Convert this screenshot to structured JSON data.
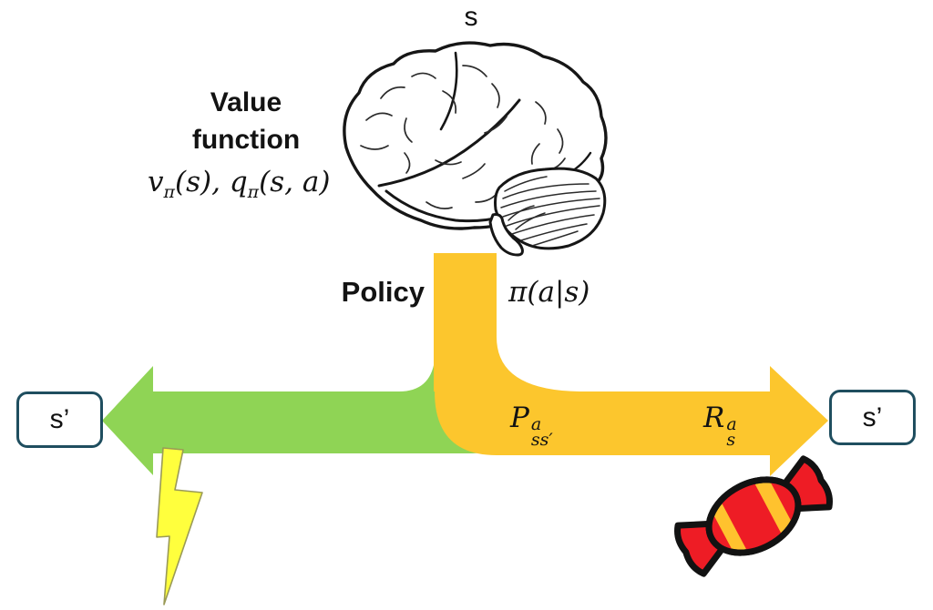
{
  "diagram": {
    "title_context": "reinforcement-learning agent-environment diagram",
    "state_top": "s",
    "value_function": {
      "title_line1": "Value",
      "title_line2": "function",
      "formula": {
        "base1": "v",
        "sub1": "π",
        "mid": "(s), q",
        "sub2": "π",
        "tail": "(s, a)"
      }
    },
    "policy": {
      "label": "Policy",
      "formula": "π(a|s)"
    },
    "transition_probability": {
      "base": "P",
      "sup": "a",
      "sub": "ss′"
    },
    "reward": {
      "base": "R",
      "sup": "a",
      "sub": "s"
    },
    "next_state_left": "s’",
    "next_state_right": "s’",
    "icons": {
      "brain": "brain-sketch-icon",
      "lightning": "lightning-bolt-icon",
      "candy": "candy-icon"
    },
    "colors": {
      "arrow_green": "#8FD455",
      "arrow_gold": "#FCC62D",
      "bolt_yellow": "#FFFF3D",
      "bolt_outline": "#9A9A57",
      "candy_red": "#EE1C25",
      "candy_gold": "#FFC22E",
      "box_border": "#1F4E5F",
      "ink": "#161616"
    }
  }
}
